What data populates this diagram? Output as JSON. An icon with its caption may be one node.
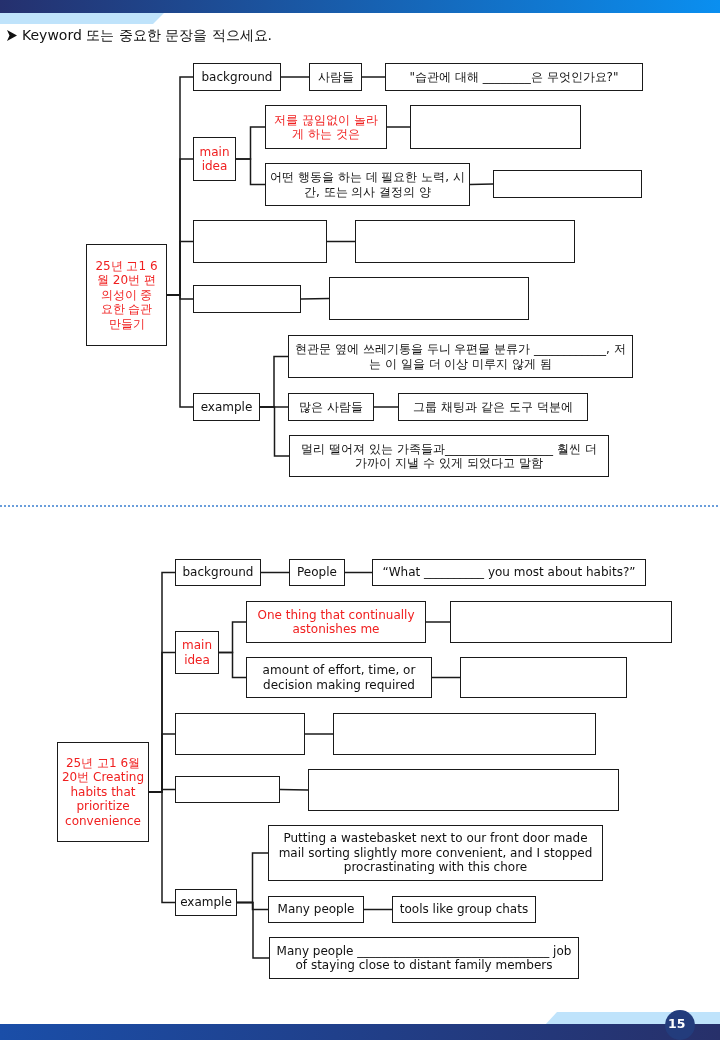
{
  "diagram": {
    "nodes": [
      {
        "text": [
          "25년 고1 6월 20번 편의성이 중요한 습관 만들기"
        ]
      },
      {
        "text": [
          "background"
        ]
      },
      {
        "text": [
          "사람들"
        ]
      },
      {
        "text": [
          "\"습관에 대해 ________은 무엇인가요?\""
        ]
      },
      {
        "text": [
          "main idea"
        ]
      },
      {
        "text": [
          "저를 끊임없이 놀라게 하는 것은"
        ]
      },
      {
        "text": [],
        "shape": "box"
      },
      {
        "text": [
          "어떤 행동을 하는 데 필요한 노력, 시간, 또는 의사 결정의 양"
        ]
      },
      {
        "text": [],
        "shape": "box"
      },
      {
        "text": [],
        "shape": "box"
      },
      {
        "text": [],
        "shape": "box"
      },
      {
        "text": [],
        "shape": "box"
      },
      {
        "text": [],
        "shape": "box"
      },
      {
        "text": [
          "example"
        ]
      },
      {
        "text": [
          "현관문 옆에 쓰레기통을 두니 우편물 분류가 ____________, 저는 이 일을 더 이상 미루지 않게 됨"
        ]
      },
      {
        "text": [
          "많은 사람들"
        ]
      },
      {
        "text": [
          "그룹 채팅과 같은 도구 덕분에"
        ]
      },
      {
        "text": [
          "멀리 떨어져 있는 가족들과__________________ 훨씬 더 가까이 지낼 수 있게 되었다고 말함"
        ]
      },
      {
        "text": [
          "25년 고1 6월 20번 Creating habits that prioritize convenience"
        ]
      },
      {
        "text": [
          "background"
        ]
      },
      {
        "text": [
          "People"
        ]
      },
      {
        "text": [
          "“What __________ you most about habits?”"
        ]
      },
      {
        "text": [
          "main idea"
        ]
      },
      {
        "text": [
          "One thing that continually astonishes me"
        ]
      },
      {
        "text": [],
        "shape": "box"
      },
      {
        "text": [
          "amount of effort, time, or decision making required"
        ]
      },
      {
        "text": [],
        "shape": "box"
      },
      {
        "text": [],
        "shape": "box"
      },
      {
        "text": [],
        "shape": "box"
      },
      {
        "text": [],
        "shape": "box"
      },
      {
        "text": [],
        "shape": "box"
      },
      {
        "text": [
          "example"
        ]
      },
      {
        "text": [
          "Putting a wastebasket next to our front door made mail sorting slightly more convenient, and I stopped procrastinating with this chore"
        ]
      },
      {
        "text": [
          "Many people"
        ]
      },
      {
        "text": [
          "tools like group chats"
        ]
      },
      {
        "text": [
          "Many people ________________________________ job of staying close to distant family members"
        ]
      }
    ],
    "edges": [
      {
        "from": 0,
        "to": 1,
        "arrow": "none"
      },
      {
        "from": 0,
        "to": 4,
        "arrow": "none"
      },
      {
        "from": 0,
        "to": 9,
        "arrow": "none"
      },
      {
        "from": 0,
        "to": 11,
        "arrow": "none"
      },
      {
        "from": 0,
        "to": 13,
        "arrow": "none"
      },
      {
        "from": 1,
        "to": 2,
        "arrow": "none"
      },
      {
        "from": 2,
        "to": 3,
        "arrow": "none"
      },
      {
        "from": 4,
        "to": 5,
        "arrow": "none"
      },
      {
        "from": 4,
        "to": 7,
        "arrow": "none"
      },
      {
        "from": 5,
        "to": 6,
        "arrow": "none"
      },
      {
        "from": 7,
        "to": 8,
        "arrow": "none"
      },
      {
        "from": 9,
        "to": 10,
        "arrow": "none"
      },
      {
        "from": 11,
        "to": 12,
        "arrow": "none"
      },
      {
        "from": 13,
        "to": 14,
        "arrow": "none"
      },
      {
        "from": 13,
        "to": 15,
        "arrow": "none"
      },
      {
        "from": 13,
        "to": 17,
        "arrow": "none"
      },
      {
        "from": 15,
        "to": 16,
        "arrow": "none"
      },
      {
        "from": 18,
        "to": 19,
        "arrow": "none"
      },
      {
        "from": 18,
        "to": 22,
        "arrow": "none"
      },
      {
        "from": 18,
        "to": 27,
        "arrow": "none"
      },
      {
        "from": 18,
        "to": 29,
        "arrow": "none"
      },
      {
        "from": 18,
        "to": 31,
        "arrow": "none"
      },
      {
        "from": 19,
        "to": 20,
        "arrow": "none"
      },
      {
        "from": 20,
        "to": 21,
        "arrow": "none"
      },
      {
        "from": 22,
        "to": 23,
        "arrow": "none"
      },
      {
        "from": 22,
        "to": 25,
        "arrow": "none"
      },
      {
        "from": 23,
        "to": 24,
        "arrow": "none"
      },
      {
        "from": 25,
        "to": 26,
        "arrow": "none"
      },
      {
        "from": 27,
        "to": 28,
        "arrow": "none"
      },
      {
        "from": 29,
        "to": 30,
        "arrow": "none"
      },
      {
        "from": 31,
        "to": 32,
        "arrow": "none"
      },
      {
        "from": 31,
        "to": 33,
        "arrow": "none"
      },
      {
        "from": 31,
        "to": 35,
        "arrow": "none"
      },
      {
        "from": 33,
        "to": 34,
        "arrow": "none"
      }
    ],
    "labels": [
      "Keyword 또는 중요한 문장을 적으세요.",
      "15"
    ]
  }
}
